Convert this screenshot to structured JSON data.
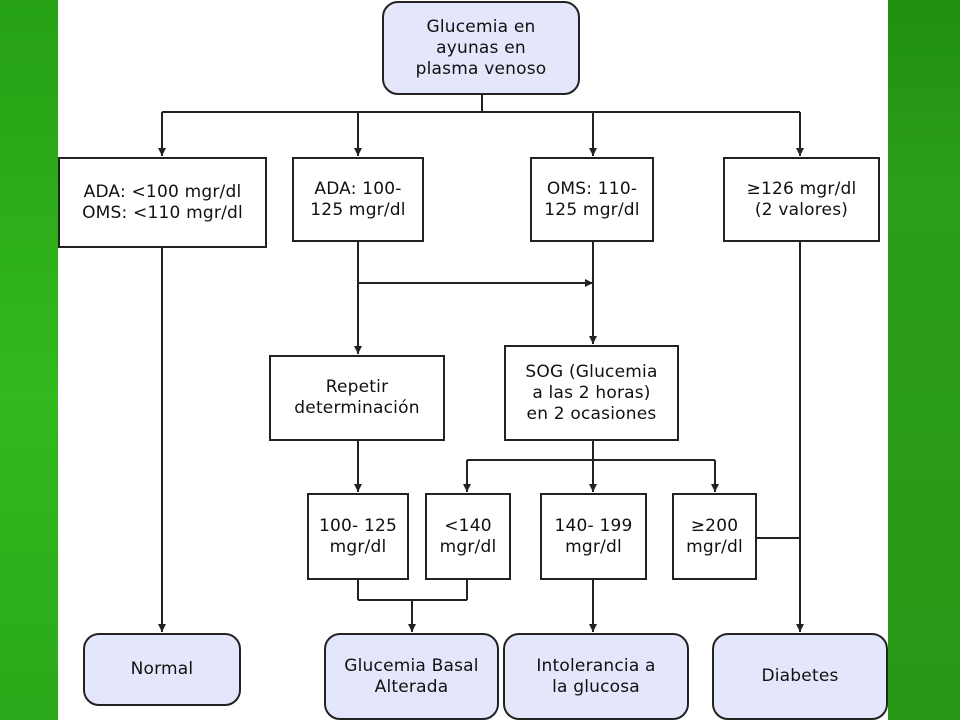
{
  "diagram": {
    "root": "Glucemia en\nayunas en\nplasma venoso",
    "criteria": {
      "normal": "ADA: <100 mgr/dl\nOMS: <110 mgr/dl",
      "ada": "ADA: 100-\n125 mgr/dl",
      "oms": "OMS: 110-\n125 mgr/dl",
      "high": "≥126 mgr/dl\n(2 valores)"
    },
    "repetir": "Repetir\ndeterminación",
    "sog": "SOG (Glucemia\na las 2 horas)\nen 2 ocasiones",
    "results": {
      "r100_125": "100- 125\nmgr/dl",
      "r140": "<140\nmgr/dl",
      "r140_199": "140- 199\nmgr/dl",
      "r200": "≥200\nmgr/dl"
    },
    "outcomes": {
      "normal": "Normal",
      "gba": "Glucemia Basal\nAlterada",
      "intolerancia": "Intolerancia a\nla glucosa",
      "diabetes": "Diabetes"
    }
  },
  "colors": {
    "line": "#222222",
    "outcome_fill": "#e4e6fb",
    "slide_green": "#2ea11a"
  }
}
